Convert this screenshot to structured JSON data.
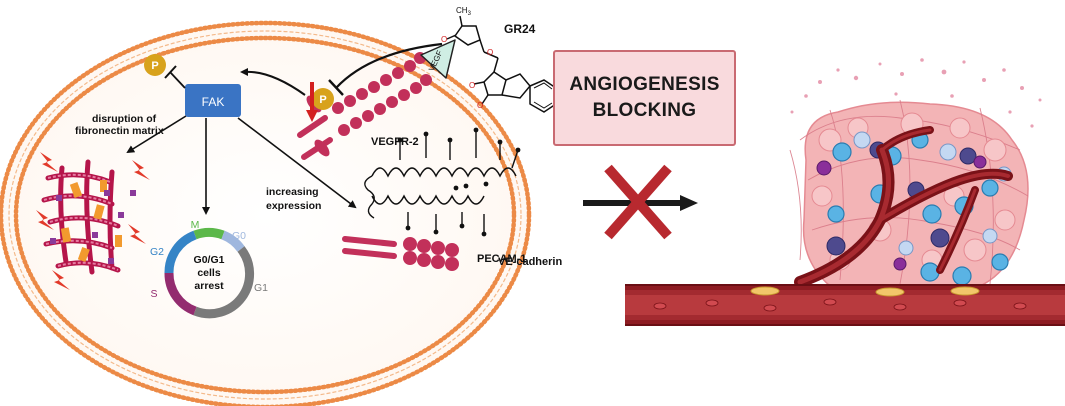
{
  "labels": {
    "p_top": "P",
    "fak": "FAK",
    "disruption_line1": "disruption of",
    "disruption_line2": "fibronectin matrix",
    "p_receptor": "P",
    "gr24": "GR24",
    "ch3": "CH",
    "ch3_sub": "3",
    "vegf": "VEGF",
    "vegfr2": "VEGFR-2",
    "increasing_line1": "increasing",
    "increasing_line2": "expression",
    "pecam1": "PECAM-1",
    "vecadherin": "VE-cadherin",
    "phase_m": "M",
    "phase_g0": "G0",
    "phase_g2": "G2",
    "phase_s": "S",
    "phase_g1": "G1",
    "cycle_center_1": "G0/G1",
    "cycle_center_2": "cells",
    "cycle_center_3": "arrest"
  },
  "box": {
    "line1": "ANGIOGENESIS",
    "line2": "BLOCKING"
  },
  "colors": {
    "membrane": "#ec8a46",
    "fak_box": "#3a74c4",
    "phospho": "#d8a21c",
    "receptor": "#c2305a",
    "inhibit_arrow": "#d32020",
    "cross": "#b8292f",
    "vessel": "#8e1c22",
    "box_fill": "#f9dadd",
    "box_border": "#c96a72",
    "phase_m": "#5cb84a",
    "phase_g0": "#9fb7de",
    "phase_g2": "#3584c6",
    "phase_s": "#932c6f",
    "phase_g1": "#7a7a7a"
  }
}
